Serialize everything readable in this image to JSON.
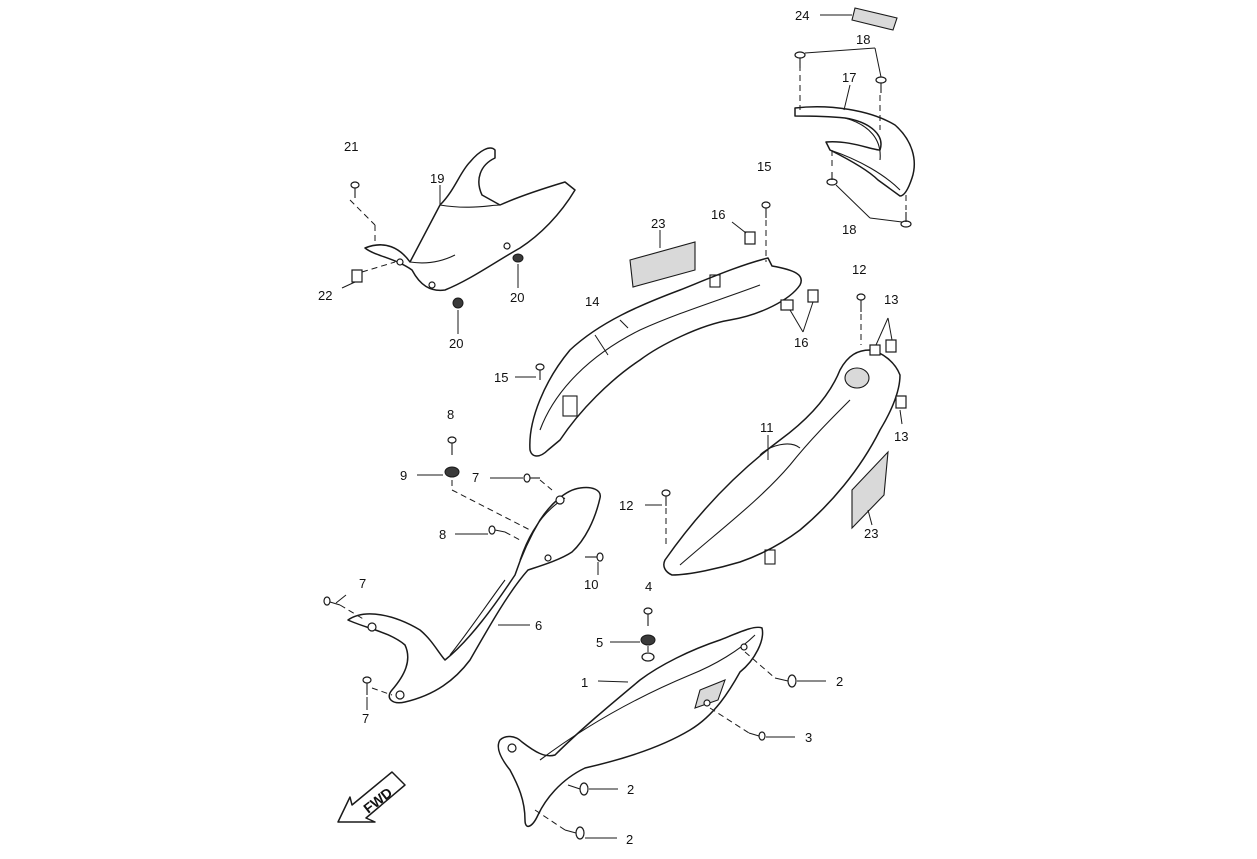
{
  "labels": {
    "p1": "1",
    "p2a": "2",
    "p2b": "2",
    "p2c": "2",
    "p3": "3",
    "p4": "4",
    "p5": "5",
    "p6": "6",
    "p7a": "7",
    "p7b": "7",
    "p7c": "7",
    "p8a": "8",
    "p8b": "8",
    "p9": "9",
    "p10": "10",
    "p11": "11",
    "p12a": "12",
    "p12b": "12",
    "p13a": "13",
    "p13b": "13",
    "p14": "14",
    "p15a": "15",
    "p15b": "15",
    "p16a": "16",
    "p16b": "16",
    "p17": "17",
    "p18a": "18",
    "p18b": "18",
    "p19": "19",
    "p20a": "20",
    "p20b": "20",
    "p21": "21",
    "p22": "22",
    "p23a": "23",
    "p23b": "23",
    "p24": "24"
  },
  "fwd": "FWD"
}
